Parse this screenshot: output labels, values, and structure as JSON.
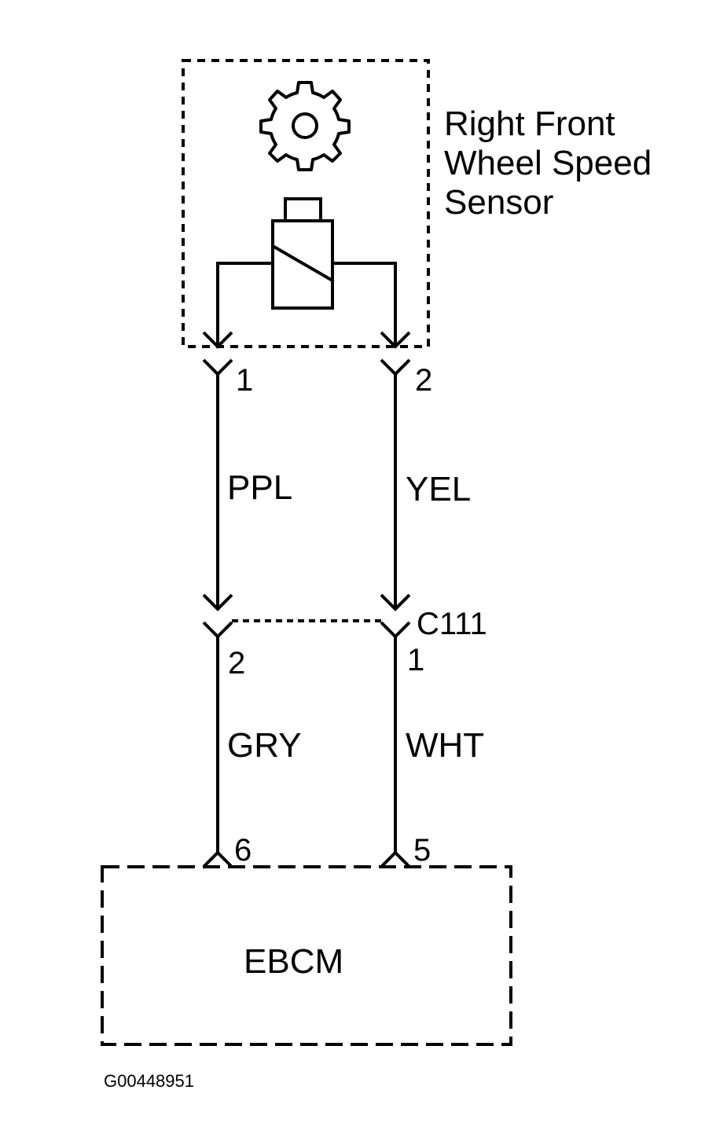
{
  "sensor": {
    "label_lines": [
      "Right Front",
      "Wheel Speed",
      "Sensor"
    ],
    "pin_left": "1",
    "pin_right": "2"
  },
  "wires_upper": {
    "left_color": "PPL",
    "right_color": "YEL"
  },
  "connector": {
    "name": "C111",
    "pin_left": "2",
    "pin_right": "1"
  },
  "wires_lower": {
    "left_color": "GRY",
    "right_color": "WHT"
  },
  "module": {
    "name": "EBCM",
    "pin_left": "6",
    "pin_right": "5"
  },
  "figure_id": "G00448951"
}
